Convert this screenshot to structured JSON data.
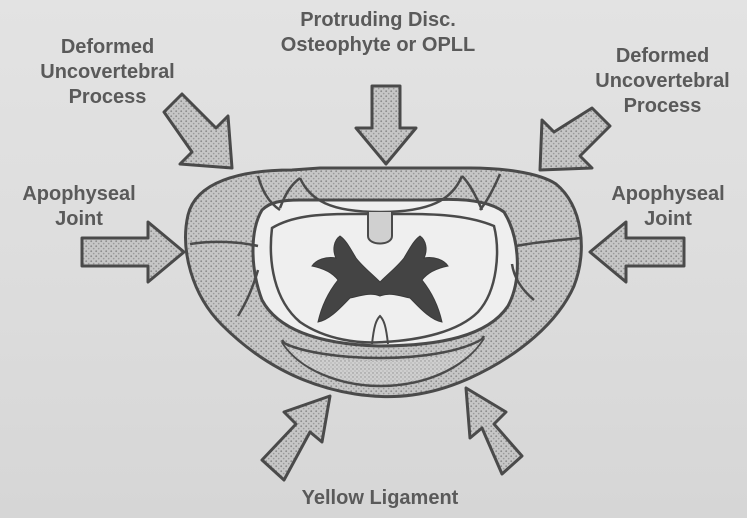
{
  "labels": {
    "top": {
      "line1": "Protruding Disc.",
      "line2": "Osteophyte or OPLL"
    },
    "upper_left": {
      "line1": "Deformed",
      "line2": "Uncovertebral",
      "line3": "Process"
    },
    "upper_right": {
      "line1": "Deformed",
      "line2": "Uncovertebral",
      "line3": "Process"
    },
    "left": {
      "line1": "Apophyseal",
      "line2": "Joint"
    },
    "right": {
      "line1": "Apophyseal",
      "line2": "Joint"
    },
    "bottom": {
      "line1": "Yellow Ligament"
    }
  },
  "colors": {
    "background": "#dcdcdc",
    "outline": "#4a4a4a",
    "stipple_fill": "#c4c4c4",
    "cord_gray_matter": "#444444",
    "label_text": "#5a5a5a"
  },
  "icons": {
    "arrow": "compression-arrow",
    "cord": "spinal-cord-cross-section"
  }
}
